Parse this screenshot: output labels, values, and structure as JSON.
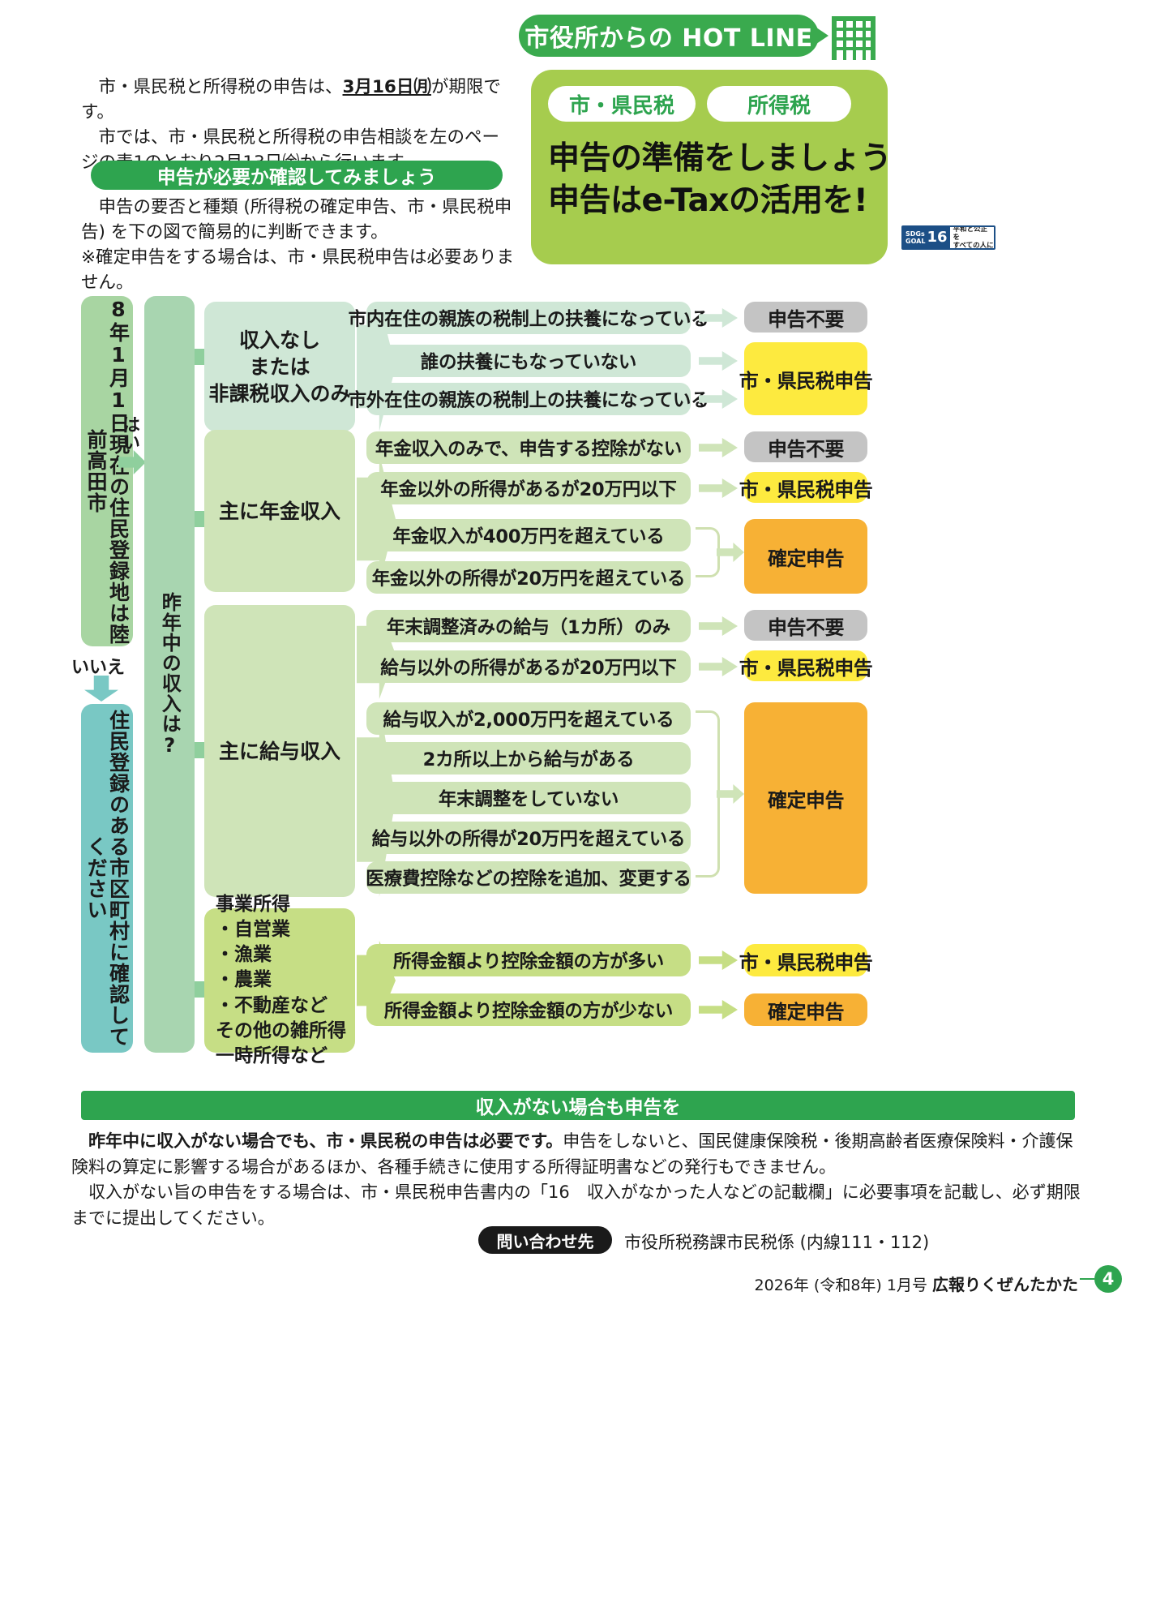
{
  "header": {
    "hotline_title": "市役所からの HOT LINE",
    "tag_resident_tax": "市・県民税",
    "tag_income_tax": "所得税",
    "headline_line1": "申告の準備をしましょう",
    "headline_line2": "申告はe-Taxの活用を!",
    "sdgs": {
      "label_top": "SDGs",
      "label_bottom": "GOAL",
      "number": "16",
      "text_line1": "平和と公正を",
      "text_line2": "すべての人に"
    },
    "colors": {
      "brand_green": "#2ea44f",
      "panel_green": "#a6cc4e",
      "sdgs_blue": "#1c4f86"
    }
  },
  "intro": {
    "para1_a": "市・県民税と所得税の申告は、",
    "para1_date": "3月16日㈪",
    "para1_b": "が期限です。",
    "para2": "市では、市・県民税と所得税の申告相談を左のページの表1のとおり2月13日㈮から行います。",
    "ribbon": "申告が必要か確認してみましょう",
    "para3": "申告の要否と種類 (所得税の確定申告、市・県民税申告) を下の図で簡易的に判断できます。",
    "para4": "※確定申告をする場合は、市・県民税申告は必要ありません。"
  },
  "flow": {
    "start_question": "8年1月1日現在の住民登録地は陸前高田市",
    "yes_label": "はい",
    "no_label": "いいえ",
    "no_result": "住民登録のある市区町村に確認してください",
    "income_question": "昨年中の収入は?",
    "branches": [
      {
        "category": "収入なし\nまたは\n非課税収入のみ",
        "items": [
          {
            "text": "市内在住の親族の税制上の扶養になっている",
            "result": "申告不要",
            "result_style": "grey"
          },
          {
            "text": "誰の扶養にもなっていない",
            "result": "市・県民税申告",
            "result_style": "yellow"
          },
          {
            "text": "市外在住の親族の税制上の扶養になっている",
            "result": "",
            "result_style": ""
          }
        ]
      },
      {
        "category": "主に年金収入",
        "items": [
          {
            "text": "年金収入のみで、申告する控除がない",
            "result": "申告不要",
            "result_style": "grey"
          },
          {
            "text": "年金以外の所得があるが20万円以下",
            "result": "市・県民税申告",
            "result_style": "yellow"
          },
          {
            "text": "年金収入が400万円を超えている",
            "result": "確定申告",
            "result_style": "orange"
          },
          {
            "text": "年金以外の所得が20万円を超えている",
            "result": "",
            "result_style": ""
          }
        ]
      },
      {
        "category": "主に給与収入",
        "items": [
          {
            "text": "年末調整済みの給与（1カ所）のみ",
            "result": "申告不要",
            "result_style": "grey"
          },
          {
            "text": "給与以外の所得があるが20万円以下",
            "result": "市・県民税申告",
            "result_style": "yellow"
          },
          {
            "text": "給与収入が2,000万円を超えている",
            "result": "確定申告",
            "result_style": "orange"
          },
          {
            "text": "2カ所以上から給与がある",
            "result": "",
            "result_style": ""
          },
          {
            "text": "年末調整をしていない",
            "result": "",
            "result_style": ""
          },
          {
            "text": "給与以外の所得が20万円を超えている",
            "result": "",
            "result_style": ""
          },
          {
            "text": "医療費控除などの控除を追加、変更する",
            "result": "",
            "result_style": ""
          }
        ]
      },
      {
        "category": "事業所得\n・自営業\n・漁業\n・農業\n・不動産など\nその他の雑所得\n一時所得など",
        "items": [
          {
            "text": "所得金額より控除金額の方が多い",
            "result": "市・県民税申告",
            "result_style": "yellow"
          },
          {
            "text": "所得金額より控除金額の方が少ない",
            "result": "確定申告",
            "result_style": "orange"
          }
        ]
      }
    ]
  },
  "bottom": {
    "bar_title": "収入がない場合も申告を",
    "para1_bold": "昨年中に収入がない場合でも、市・県民税の申告は必要です。",
    "para1_rest": "申告をしないと、国民健康保険税・後期高齢者医療保険料・介護保険料の算定に影響する場合があるほか、各種手続きに使用する所得証明書などの発行もできません。",
    "para2": "収入がない旨の申告をする場合は、市・県民税申告書内の「16　収入がなかった人などの記載欄」に必要事項を記載し、必ず期限までに提出してください。",
    "contact_label": "問い合わせ先",
    "contact_value": "市役所税務課市民税係 (内線111・112)",
    "footer_date": "2026年 (令和8年) 1月号",
    "footer_title": "広報りくぜんたかた",
    "page_number": "4"
  }
}
